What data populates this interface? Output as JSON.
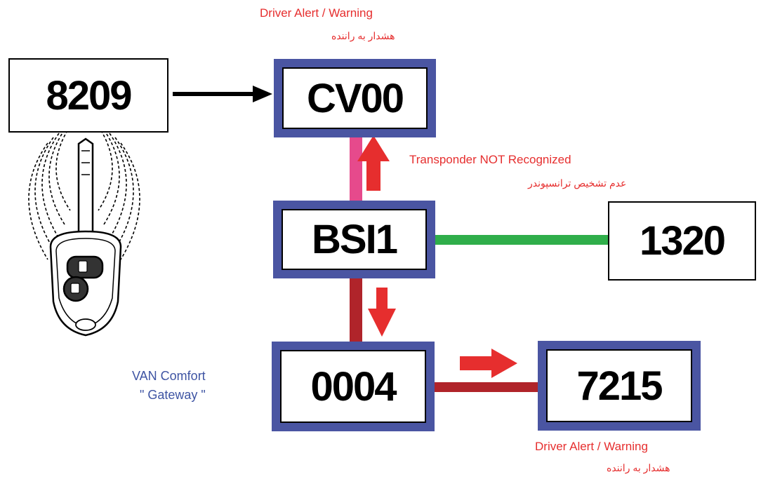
{
  "nodes": {
    "n8209": "8209",
    "cv00": "CV00",
    "bsi1": "BSI1",
    "n1320": "1320",
    "n0004": "0004",
    "n7215": "7215"
  },
  "labels": {
    "top_alert_en": "Driver Alert / Warning",
    "top_alert_fa": "هشدار به راننده",
    "transponder_en": "Transponder NOT Recognized",
    "transponder_fa": "عدم تشخیص ترانسپوندر",
    "van_line1": "VAN Comfort",
    "van_line2": "\" Gateway \"",
    "bottom_alert_en": "Driver Alert / Warning",
    "bottom_alert_fa": "هشدار به راننده"
  },
  "colors": {
    "ecu_border": "#4a55a2",
    "link_pink": "#e64a8c",
    "link_green": "#2fae4a",
    "link_darkred": "#b0242a",
    "arrow_red": "#e62e2e",
    "label_red": "#e62e2e",
    "label_blue": "#3e54a3"
  },
  "icons": {
    "key": "car-key-icon",
    "signal": "radio-signal-waves-icon"
  }
}
